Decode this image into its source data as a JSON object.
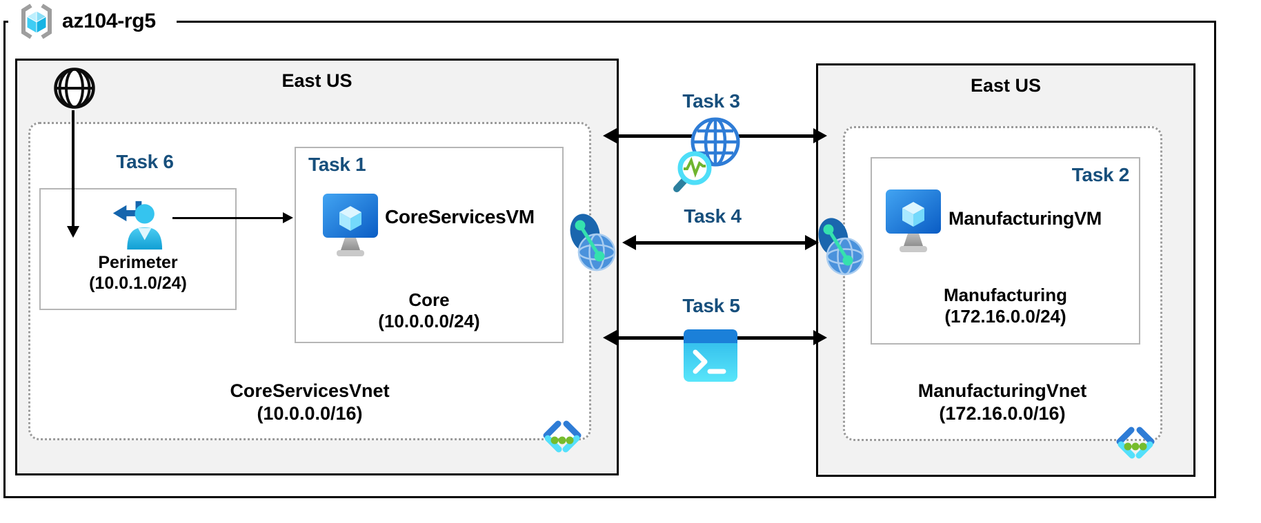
{
  "diagram": {
    "resource_group": "az104-rg5",
    "left_region": {
      "title": "East US",
      "task6_label": "Task 6",
      "perimeter_name": "Perimeter",
      "perimeter_cidr": "(10.0.1.0/24)",
      "task1_label": "Task 1",
      "vm_name": "CoreServicesVM",
      "subnet_name": "Core",
      "subnet_cidr": "(10.0.0.0/24)",
      "vnet_name": "CoreServicesVnet",
      "vnet_cidr": "(10.0.0.0/16)"
    },
    "right_region": {
      "title": "East US",
      "task2_label": "Task 2",
      "vm_name": "ManufacturingVM",
      "subnet_name": "Manufacturing",
      "subnet_cidr": "(172.16.0.0/24)",
      "vnet_name": "ManufacturingVnet",
      "vnet_cidr": "(172.16.0.0/16)"
    },
    "connections": {
      "task3_label": "Task 3",
      "task4_label": "Task 4",
      "task5_label": "Task 5"
    },
    "icons": {
      "resource_group": "brackets-with-cyan-cube",
      "internet": "black-outline-globe",
      "perimeter_user": "cyan-person-with-return-arrow",
      "virtual_machine": "blue-monitor-with-cube",
      "vnet": "blue-angle-brackets-with-green-dots",
      "peering": "overlapping-blue-globes-with-teal-link",
      "network_watcher": "wireframe-globe-with-magnifier",
      "powershell": "terminal-prompt-window"
    },
    "colors": {
      "task_label": "#174F7C",
      "region_bg": "#F2F2F2",
      "region_border": "#000000",
      "box_border": "#B5B5B5",
      "dotted_border": "#9B9B9B",
      "arrow": "#000000",
      "accent_blue": "#2E7CD6",
      "accent_cyan": "#50E6FF",
      "accent_green": "#76BC2D",
      "person_cyan": "#29BCE8",
      "powershell_blue": "#1B80D9"
    }
  }
}
